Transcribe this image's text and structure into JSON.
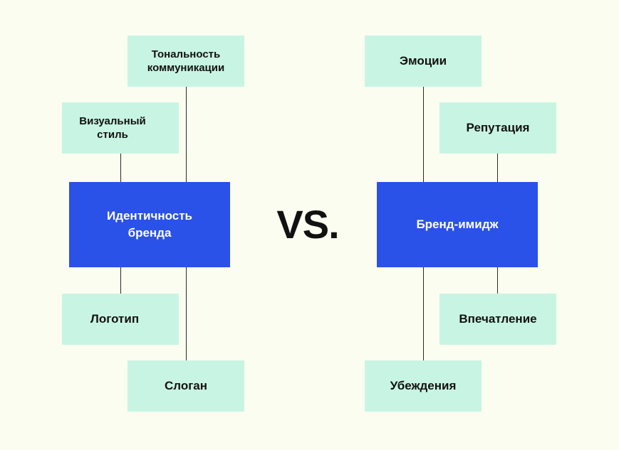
{
  "left": {
    "main": "Идентичность бренда",
    "top_far": "Тональность коммуникации",
    "top_near": "Визуальный стиль",
    "bottom_near": "Логотип",
    "bottom_far": "Слоган"
  },
  "vs_label": "VS.",
  "right": {
    "main": "Бренд-имидж",
    "top_far": "Эмоции",
    "top_near": "Репутация",
    "bottom_near": "Впечатление",
    "bottom_far": "Убеждения"
  },
  "colors": {
    "background": "#fbfdf0",
    "main_box": "#2a52e8",
    "leaf_box": "#c8f5e3",
    "connector": "#2b2b2b"
  }
}
